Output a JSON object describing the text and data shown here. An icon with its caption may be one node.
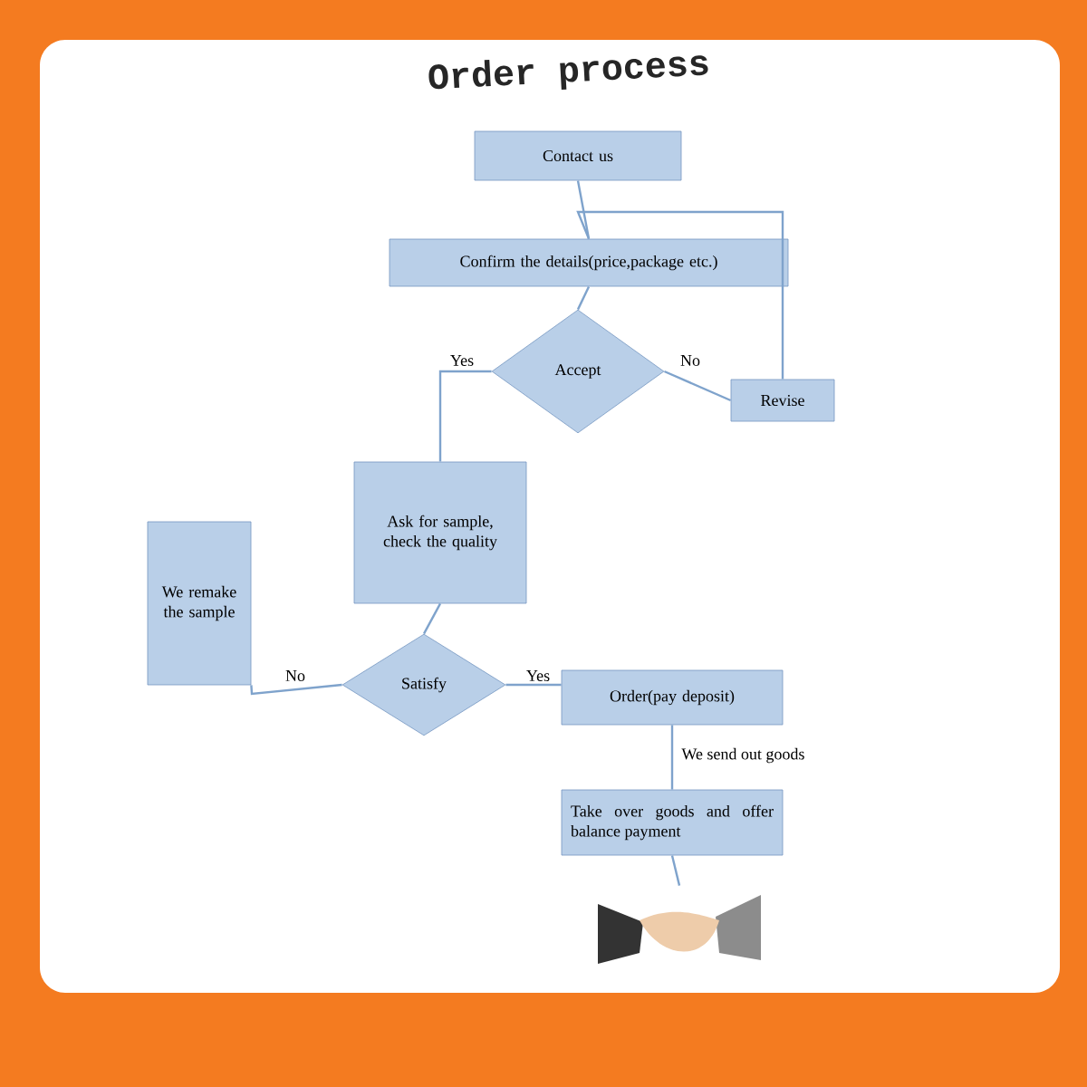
{
  "diagram": {
    "title": "Order process",
    "nodes": [
      {
        "text": [
          "Contact us"
        ]
      },
      {
        "text": [
          "Confirm the details(price,package etc.)"
        ]
      },
      {
        "text": [
          "Accept"
        ]
      },
      {
        "text": [
          "Revise"
        ]
      },
      {
        "text": [
          "Ask for sample, check the quality"
        ]
      },
      {
        "text": [
          "We remake the sample"
        ]
      },
      {
        "text": [
          "Satisfy"
        ]
      },
      {
        "text": [
          "Order(pay deposit)"
        ]
      },
      {
        "text": [
          "Take over goods and offer balance payment"
        ]
      },
      {
        "text": [],
        "shape": "picture"
      }
    ],
    "edges": [
      {
        "from": 0,
        "to": 1,
        "arrow": "none"
      },
      {
        "from": 3,
        "to": 1,
        "arrow": "none"
      },
      {
        "from": 1,
        "to": 2,
        "arrow": "none"
      },
      {
        "from": 2,
        "to": 3,
        "arrow": "none",
        "label": "No"
      },
      {
        "from": 2,
        "to": 4,
        "arrow": "none",
        "label": "Yes"
      },
      {
        "from": 4,
        "to": 6,
        "arrow": "none"
      },
      {
        "from": 6,
        "to": 5,
        "arrow": "none",
        "label": "No"
      },
      {
        "from": 6,
        "to": 7,
        "arrow": "none",
        "label": "Yes"
      },
      {
        "from": 7,
        "to": 8,
        "arrow": "none",
        "label": "We send out goods"
      },
      {
        "from": 8,
        "to": 9,
        "arrow": "none"
      }
    ]
  }
}
